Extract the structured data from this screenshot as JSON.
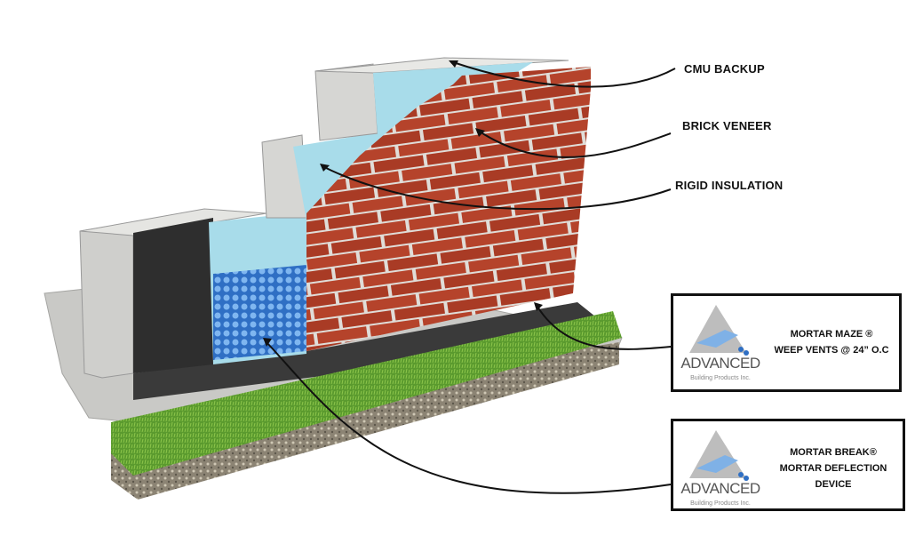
{
  "labels": {
    "cmu_backup": "CMU BACKUP",
    "brick_veneer": "BRICK VENEER",
    "rigid_insulation": "RIGID INSULATION"
  },
  "callouts": [
    {
      "brand": "ADVANCED",
      "brand_sub": "Building Products Inc.",
      "line1": "MORTAR MAZE ®",
      "line2": "WEEP VENTS @ 24” O.C",
      "line3": ""
    },
    {
      "brand": "ADVANCED",
      "brand_sub": "Building Products Inc.",
      "line1": "MORTAR BREAK®",
      "line2": "MORTAR DEFLECTION",
      "line3": "DEVICE"
    }
  ],
  "colors": {
    "brick": "#b5432b",
    "insulation": "#a8dcea",
    "mesh": "#3b7fd4",
    "grass": "#5a9a2e"
  }
}
